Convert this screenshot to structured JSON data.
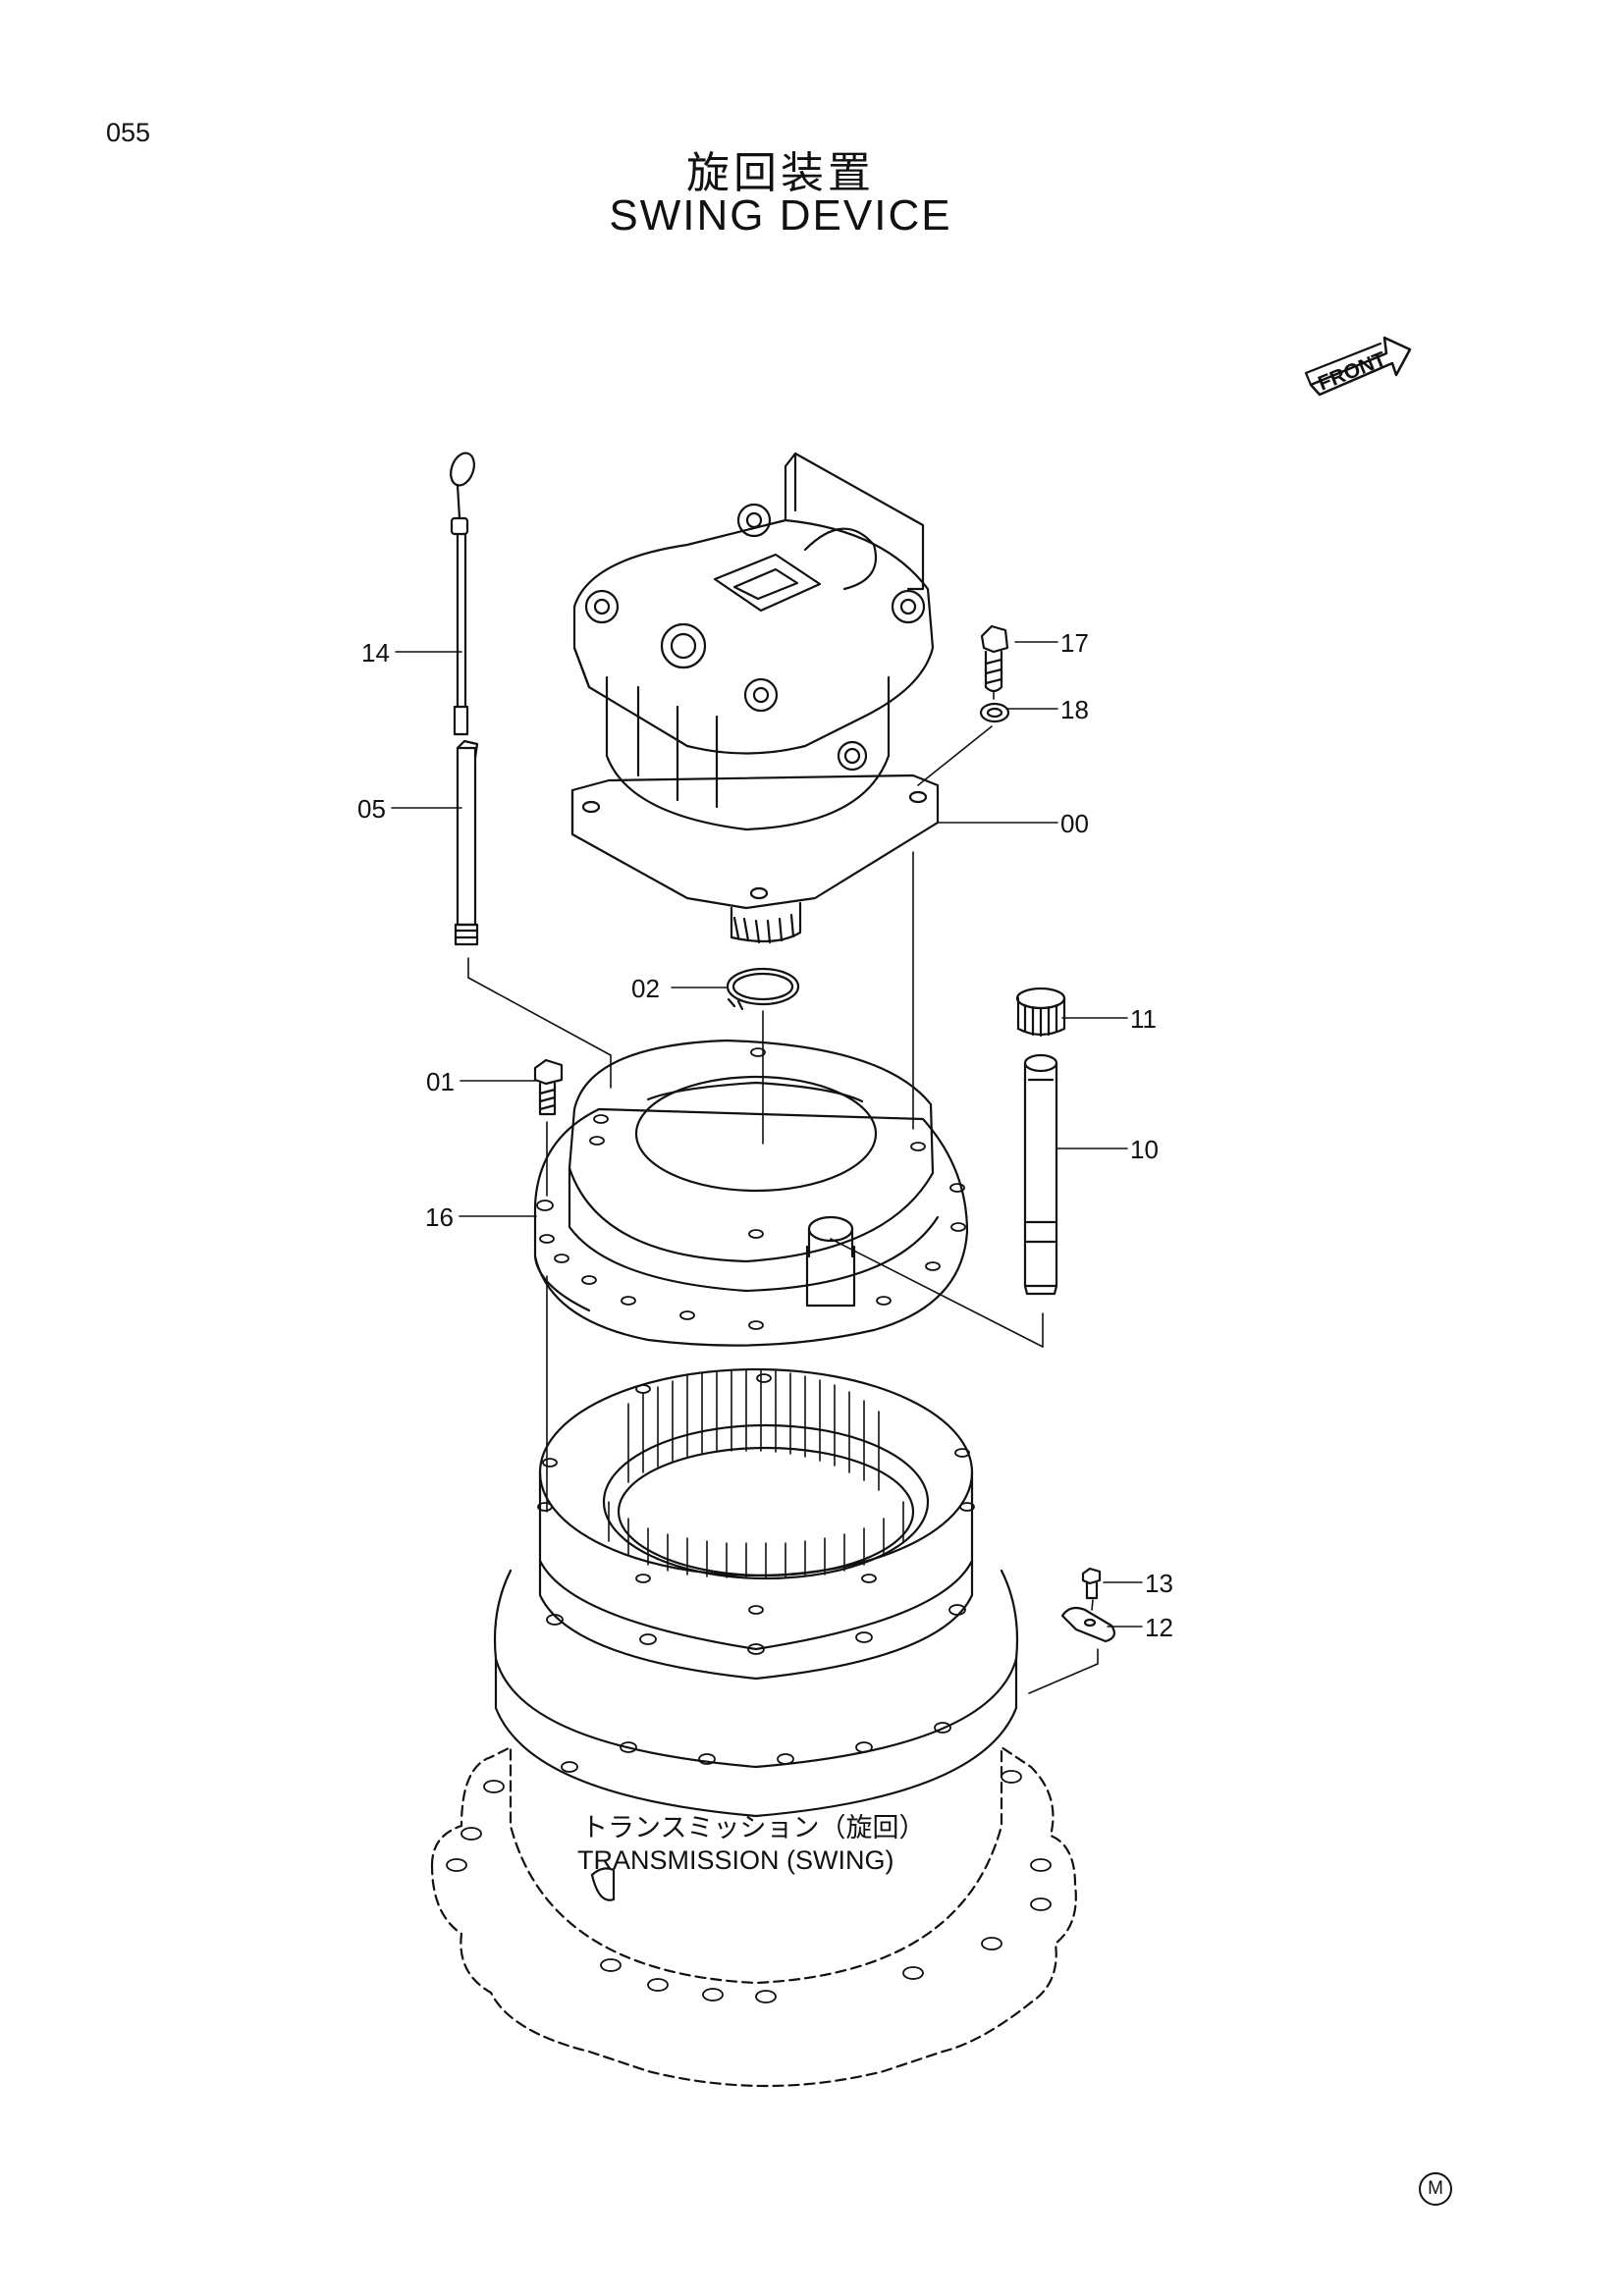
{
  "page_number": "055",
  "title": {
    "jp": "旋回装置",
    "en": "SWING DEVICE"
  },
  "front_label": "FRONT",
  "parts": [
    {
      "id": "14",
      "label": "14"
    },
    {
      "id": "05",
      "label": "05"
    },
    {
      "id": "17",
      "label": "17"
    },
    {
      "id": "18",
      "label": "18"
    },
    {
      "id": "00",
      "label": "00"
    },
    {
      "id": "02",
      "label": "02"
    },
    {
      "id": "11",
      "label": "11"
    },
    {
      "id": "01",
      "label": "01"
    },
    {
      "id": "10",
      "label": "10"
    },
    {
      "id": "16",
      "label": "16"
    },
    {
      "id": "13",
      "label": "13"
    },
    {
      "id": "12",
      "label": "12"
    }
  ],
  "transmission_label": {
    "jp": "トランスミッション（旋回）",
    "en": "TRANSMISSION (SWING)"
  },
  "corner_mark": "M"
}
